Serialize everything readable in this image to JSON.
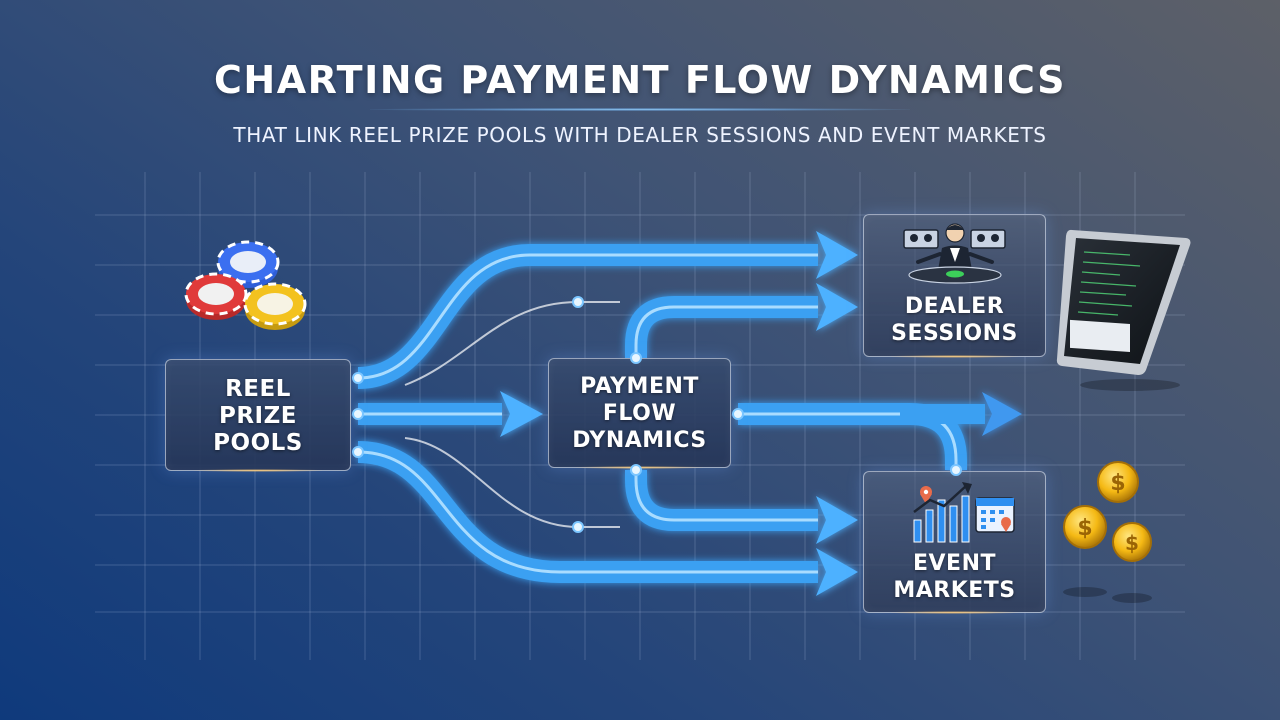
{
  "header": {
    "title": "CHARTING PAYMENT FLOW DYNAMICS",
    "subtitle": "THAT LINK REEL PRIZE POOLS WITH DEALER SESSIONS AND EVENT MARKETS"
  },
  "nodes": {
    "reel_prize_pools": {
      "lines": [
        "REEL",
        "PRIZE",
        "POOLS"
      ]
    },
    "payment_flow_dynamics": {
      "lines": [
        "PAYMENT",
        "FLOW",
        "DYNAMICS"
      ]
    },
    "dealer_sessions": {
      "lines": [
        "DEALER",
        "SESSIONS"
      ]
    },
    "event_markets": {
      "lines": [
        "EVENT",
        "MARKETS"
      ]
    }
  },
  "icons": {
    "chips": "poker-chips-icon",
    "dealer": "dealer-icon",
    "tablet": "tablet-icon",
    "market": "market-chart-icon",
    "coins": "gold-coins-icon"
  },
  "colors": {
    "flow": "#4fb0ff",
    "flow_core": "#b9e4ff",
    "coin": "#f5b914",
    "chip_blue": "#2f5fd8",
    "chip_red": "#e03a3a",
    "chip_yellow": "#f3c21f"
  }
}
